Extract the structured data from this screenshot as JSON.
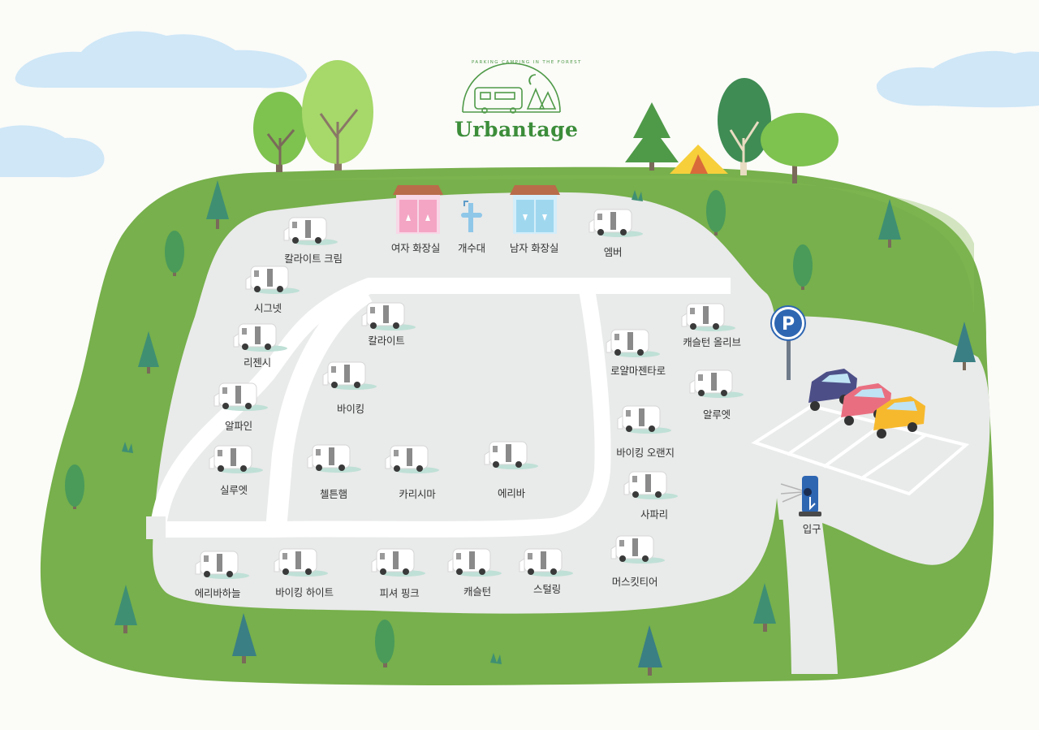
{
  "brand": {
    "name": "Urbantage",
    "tagline": "PARKING CAMPING IN THE FOREST"
  },
  "facilities": {
    "women_restroom": "여자 화장실",
    "sink": "개수대",
    "men_restroom": "남자 화장실",
    "entrance": "입구",
    "parking_sign": "P"
  },
  "campers": [
    {
      "label": "칼라이트 크림"
    },
    {
      "label": "엠버"
    },
    {
      "label": "시그넷"
    },
    {
      "label": "칼라이트"
    },
    {
      "label": "캐슬턴 올리브"
    },
    {
      "label": "리젠시"
    },
    {
      "label": "로얄마젠타로"
    },
    {
      "label": "바이킹"
    },
    {
      "label": "알루엣"
    },
    {
      "label": "알파인"
    },
    {
      "label": "바이킹 오랜지"
    },
    {
      "label": "실루엣"
    },
    {
      "label": "첼튼햄"
    },
    {
      "label": "카리시마"
    },
    {
      "label": "에리바"
    },
    {
      "label": "사파리"
    },
    {
      "label": "에리바하늘"
    },
    {
      "label": "바이킹 하이트"
    },
    {
      "label": "피셔 핑크"
    },
    {
      "label": "캐슬턴"
    },
    {
      "label": "스털링"
    },
    {
      "label": "머스킷티어"
    }
  ],
  "colors": {
    "grass": "#77b04c",
    "road": "#e9eaea",
    "brand_green": "#3c8d3a",
    "women_door": "#f4a5c4",
    "men_door": "#9fd7ef",
    "parking_blue": "#2e66b2"
  }
}
